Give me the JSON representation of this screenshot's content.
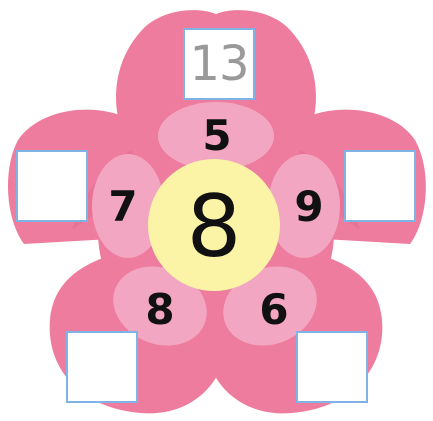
{
  "center": {
    "value": "8"
  },
  "inner_petals": [
    {
      "value": "5"
    },
    {
      "value": "9"
    },
    {
      "value": "6"
    },
    {
      "value": "8"
    },
    {
      "value": "7"
    }
  ],
  "answer_boxes": [
    {
      "value": "13"
    },
    {
      "value": ""
    },
    {
      "value": ""
    },
    {
      "value": ""
    },
    {
      "value": ""
    }
  ],
  "colors": {
    "outer_petal": "#ee7c9e",
    "outer_petal_shade": "#d9648a",
    "inner_petal": "#f3a6c1",
    "center": "#fbf4a6",
    "box_border": "#7fb3e6",
    "number_text": "#111111",
    "answer_text": "#999999"
  }
}
